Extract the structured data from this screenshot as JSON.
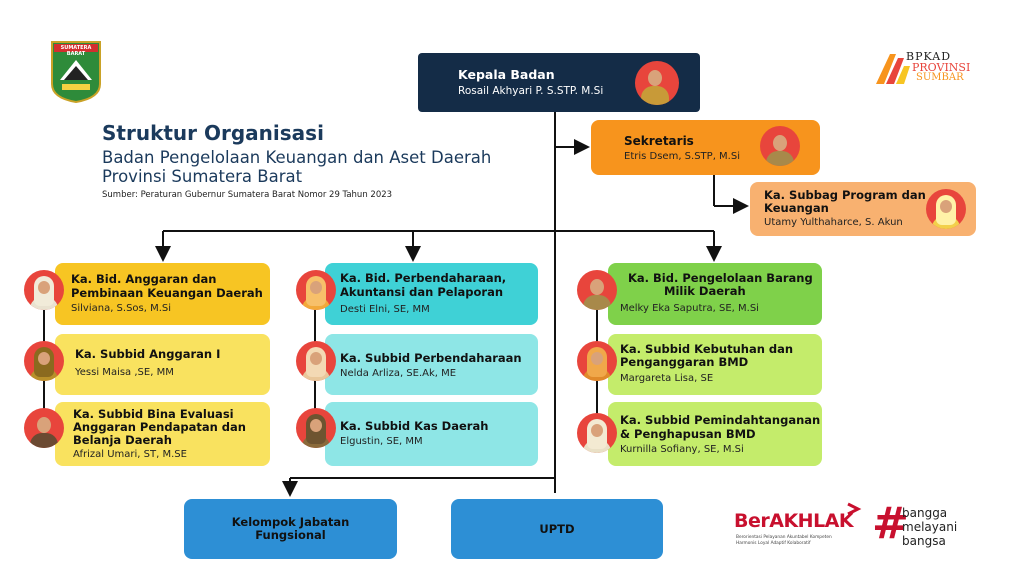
{
  "header": {
    "title": "Struktur Organisasi",
    "subtitle_line1": "Badan Pengelolaan Keuangan dan Aset Daerah",
    "subtitle_line2": "Provinsi Sumatera Barat",
    "source": "Sumber: Peraturan Gubernur Sumatera Barat Nomor 29 Tahun 2023"
  },
  "logos": {
    "province_banner": "SUMATERA BARAT",
    "bpkad_top": "BPKAD",
    "bpkad_mid": "PROVINSI",
    "bpkad_bot": "SUMBAR",
    "berakhlak": "BerAKHLAK",
    "berakhlak_tagline1": "Berorientasi Pelayanan Akuntabel Kompeten",
    "berakhlak_tagline2": "Harmonis Loyal Adaptif Kolaboratif",
    "bangga_hash": "#",
    "bangga1": "bangga",
    "bangga2": "melayani",
    "bangga3": "bangsa"
  },
  "org": {
    "head": {
      "title": "Kepala Badan",
      "name": "Rosail Akhyari P. S.STP. M.Si"
    },
    "secretary": {
      "title": "Sekretaris",
      "name": "Etris Dsem, S.STP, M.Si"
    },
    "subbag": {
      "title_line1": "Ka. Subbag Program dan",
      "title_line2": "Keuangan",
      "name": "Utamy Yulthaharce, S. Akun"
    },
    "col1": [
      {
        "title_line1": "Ka. Bid. Anggaran dan",
        "title_line2": "Pembinaan Keuangan Daerah",
        "title_line3": "",
        "name": "Silviana, S.Sos, M.Si"
      },
      {
        "title_line1": "Ka. Subbid Anggaran I",
        "title_line2": "",
        "title_line3": "",
        "name": "Yessi Maisa ,SE, MM"
      },
      {
        "title_line1": "Ka. Subbid Bina Evaluasi",
        "title_line2": "Anggaran Pendapatan dan",
        "title_line3": "Belanja Daerah",
        "name": "Afrizal Umari, ST, M.SE"
      }
    ],
    "col2": [
      {
        "title_line1": "Ka. Bid. Perbendaharaan,",
        "title_line2": "Akuntansi dan Pelaporan",
        "name": "Desti Elni, SE, MM"
      },
      {
        "title_line1": "Ka. Subbid Perbendaharaan",
        "title_line2": "",
        "name": "Nelda Arliza, SE.Ak, ME"
      },
      {
        "title_line1": "Ka. Subbid Kas Daerah",
        "title_line2": "",
        "name": "Elgustin, SE, MM"
      }
    ],
    "col3": [
      {
        "title_line1": "Ka. Bid. Pengelolaan Barang",
        "title_line2": "Milik Daerah",
        "name": "Melky Eka Saputra, SE, M.Si"
      },
      {
        "title_line1": "Ka. Subbid Kebutuhan dan",
        "title_line2": "Penganggaran BMD",
        "name": "Margareta Lisa, SE"
      },
      {
        "title_line1": "Ka. Subbid Pemindahtanganan",
        "title_line2": "& Penghapusan BMD",
        "name": "Kurnilla Sofiany, SE, M.Si"
      }
    ],
    "kjf_line1": "Kelompok Jabatan",
    "kjf_line2": "Fungsional",
    "uptd": "UPTD"
  },
  "colors": {
    "navy": "#142c47",
    "orange": "#f7941d",
    "light_orange": "#f8b170",
    "yellow_dark": "#f7c523",
    "yellow_light": "#f9e25f",
    "cyan_dark": "#3fd1d6",
    "cyan_light": "#8ee6e6",
    "green_dark": "#7fd14a",
    "green_light": "#c4ec6b",
    "blue": "#2d8fd5",
    "avatar_red": "#e8453c",
    "berakhlak_red": "#c8102e"
  }
}
